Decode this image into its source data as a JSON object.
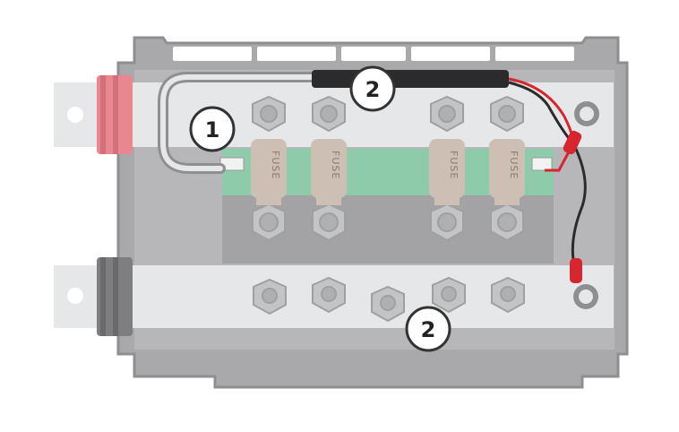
{
  "colors": {
    "housing": "#a9a9ab",
    "housing_dark": "#8f8f91",
    "housing_inner": "#c4c4c6",
    "busbar": "#e6e7e8",
    "fuse_body": "#cdbfb4",
    "fuse_board": "#8ecbaa",
    "nut": "#c3c4c6",
    "positive_boot": "#e8878f",
    "negative_boot": "#7e7e80",
    "wire_red": "#d7262f",
    "wire_black": "#2b2b2b",
    "callout_stroke": "#333333"
  },
  "fuses": [
    {
      "label": "FUSE"
    },
    {
      "label": "FUSE"
    },
    {
      "label": "FUSE"
    },
    {
      "label": "FUSE"
    }
  ],
  "callouts": [
    {
      "label": "1"
    },
    {
      "label": "2"
    },
    {
      "label": "2"
    }
  ],
  "icons": {
    "positive_terminal": "red-boot-terminal",
    "negative_terminal": "grey-boot-terminal",
    "ring_terminal": "ring-terminal-icon",
    "nut": "hex-nut-icon"
  }
}
